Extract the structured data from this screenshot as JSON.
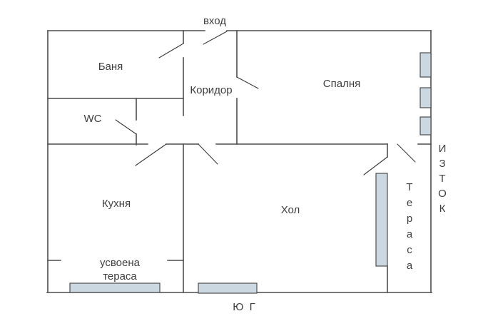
{
  "plan": {
    "labels": {
      "entrance": "вход",
      "bathroom": "Баня",
      "corridor": "Коридор",
      "bedroom": "Спалня",
      "wc": "WC",
      "kitchen": "Кухня",
      "living_room": "Хол",
      "converted_terrace": "усвоена тераса",
      "terrace": "Тераса",
      "compass_east": "ИЗТОК",
      "compass_south": "Ю Г"
    },
    "colors": {
      "wall": "#4d4d4d",
      "door": "#3a3a3a",
      "window_fill": "#cbd8e2",
      "window_border": "#4d4d4d",
      "label_text": "#3f3f3f",
      "background": "#ffffff"
    }
  }
}
